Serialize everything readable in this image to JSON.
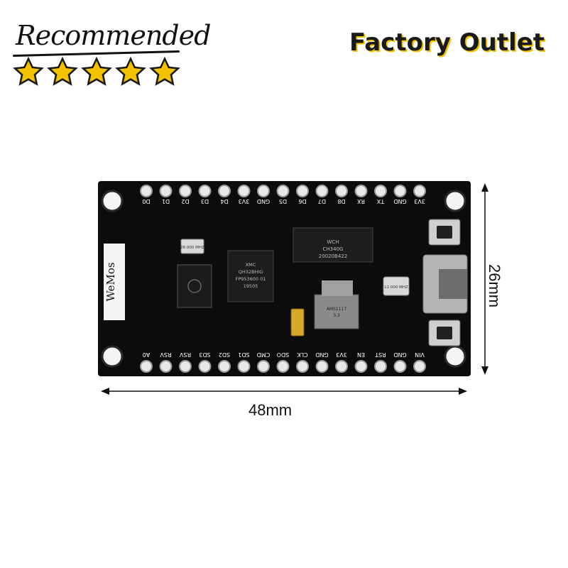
{
  "badge": {
    "text": "Recommended",
    "rating": 5,
    "star_color": "#f3c300"
  },
  "brand": {
    "tagline": "Factory Outlet",
    "accent": "#f3c300"
  },
  "board": {
    "logo": "WeMos",
    "chips": {
      "crystal_small": "26.000 MHZ",
      "flash": [
        "XMC",
        "QH32BHIG",
        "FP953600 01",
        "19505"
      ],
      "usb_serial": [
        "WCH",
        "CH340G",
        "20020B422"
      ],
      "crystal_large": "12.000 MHZ",
      "regulator": [
        "AMS1117",
        "3.3"
      ]
    },
    "top_pins": [
      "D0",
      "D1",
      "D2",
      "D3",
      "D4",
      "3V3",
      "GND",
      "D5",
      "D6",
      "D7",
      "D8",
      "RX",
      "TX",
      "GND",
      "3V3"
    ],
    "bottom_pins": [
      "A0",
      "RSV",
      "RSV",
      "SD3",
      "SD2",
      "SD1",
      "CMD",
      "SDO",
      "CLK",
      "GND",
      "3V3",
      "EN",
      "RST",
      "GND",
      "VIN"
    ]
  },
  "dimensions": {
    "width_label": "48mm",
    "height_label": "26mm"
  }
}
